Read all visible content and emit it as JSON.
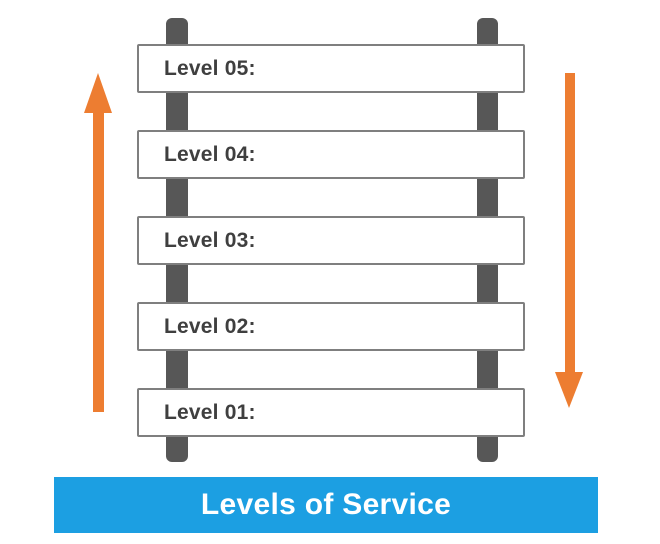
{
  "ladder": {
    "levels": [
      {
        "label": "Level 05:"
      },
      {
        "label": "Level 04:"
      },
      {
        "label": "Level 03:"
      },
      {
        "label": "Level 02:"
      },
      {
        "label": "Level 01:"
      }
    ]
  },
  "arrows": {
    "left_direction": "up",
    "right_direction": "down"
  },
  "banner": {
    "title": "Levels of Service"
  },
  "colors": {
    "orange": "#ED7D31",
    "post": "#575757",
    "slat_border": "#7F7F7F",
    "label": "#3F3F3F",
    "banner_bg": "#1C9FE2",
    "banner_text": "#FFFFFF"
  }
}
